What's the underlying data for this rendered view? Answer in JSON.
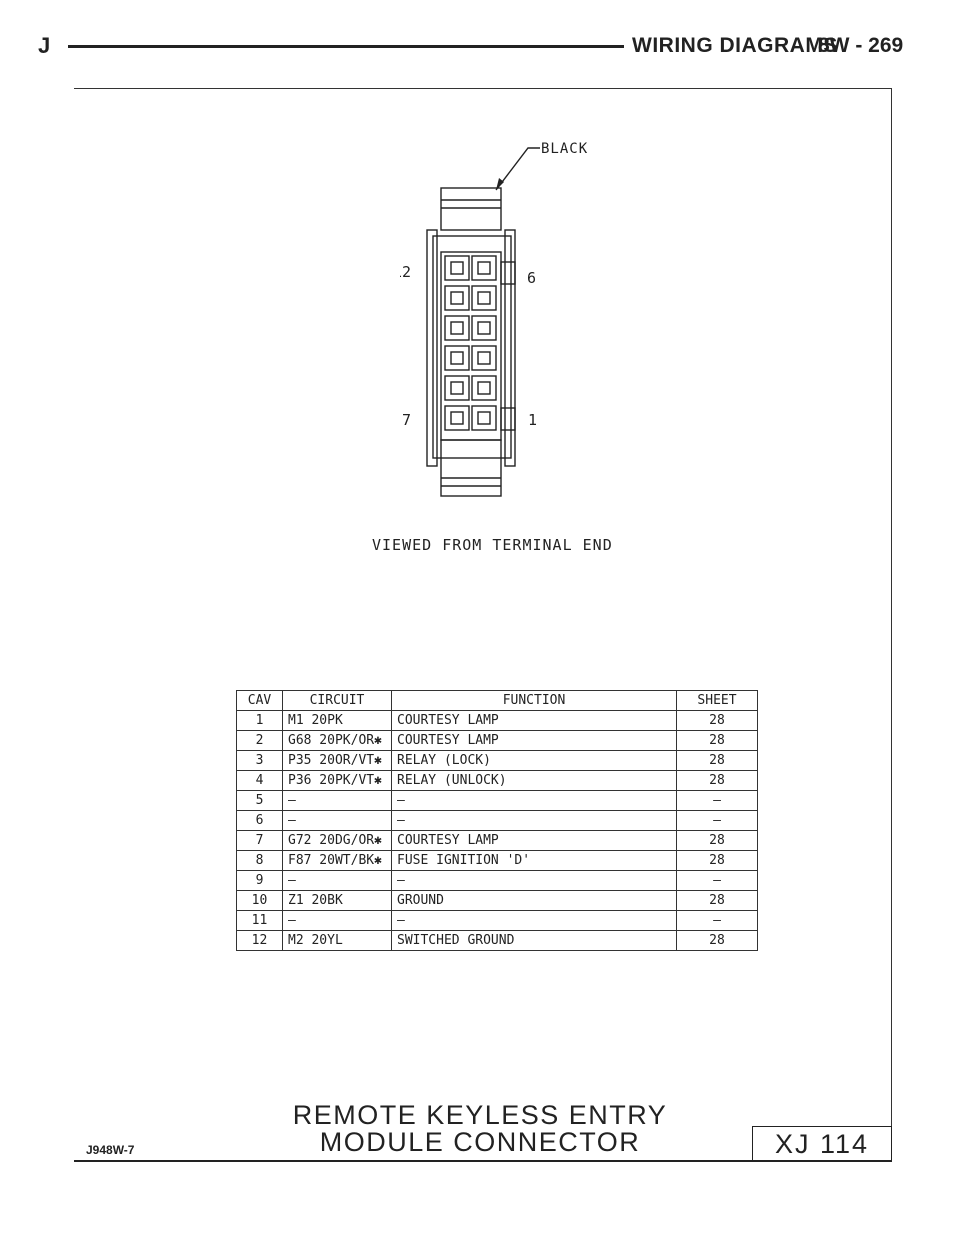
{
  "header": {
    "letter": "J",
    "title": "WIRING DIAGRAMS",
    "page": "8W - 269"
  },
  "connector": {
    "color_label": "BLACK",
    "cavity_labels": {
      "top_left": "12",
      "top_right": "6",
      "bottom_left": "7",
      "bottom_right": "1"
    },
    "view_note": "VIEWED FROM TERMINAL END",
    "rows": 6,
    "columns": 2
  },
  "table": {
    "headers": [
      "CAV",
      "CIRCUIT",
      "FUNCTION",
      "SHEET"
    ],
    "rows": [
      [
        "1",
        "M1 20PK",
        "COURTESY LAMP",
        "28"
      ],
      [
        "2",
        "G68 20PK/OR✱",
        "COURTESY LAMP",
        "28"
      ],
      [
        "3",
        "P35 20OR/VT✱",
        "RELAY (LOCK)",
        "28"
      ],
      [
        "4",
        "P36 20PK/VT✱",
        "RELAY (UNLOCK)",
        "28"
      ],
      [
        "5",
        "—",
        "—",
        "—"
      ],
      [
        "6",
        "—",
        "—",
        "—"
      ],
      [
        "7",
        "G72 20DG/OR✱",
        "COURTESY LAMP",
        "28"
      ],
      [
        "8",
        "F87 20WT/BK✱",
        "FUSE IGNITION 'D'",
        "28"
      ],
      [
        "9",
        "—",
        "—",
        "—"
      ],
      [
        "10",
        "Z1 20BK",
        "GROUND",
        "28"
      ],
      [
        "11",
        "—",
        "—",
        "—"
      ],
      [
        "12",
        "M2 20YL",
        "SWITCHED GROUND",
        "28"
      ]
    ]
  },
  "footer": {
    "title_line1": "REMOTE KEYLESS ENTRY",
    "title_line2": "MODULE CONNECTOR",
    "figure_id": "J948W-7",
    "sheet_ref": "XJ 114"
  }
}
